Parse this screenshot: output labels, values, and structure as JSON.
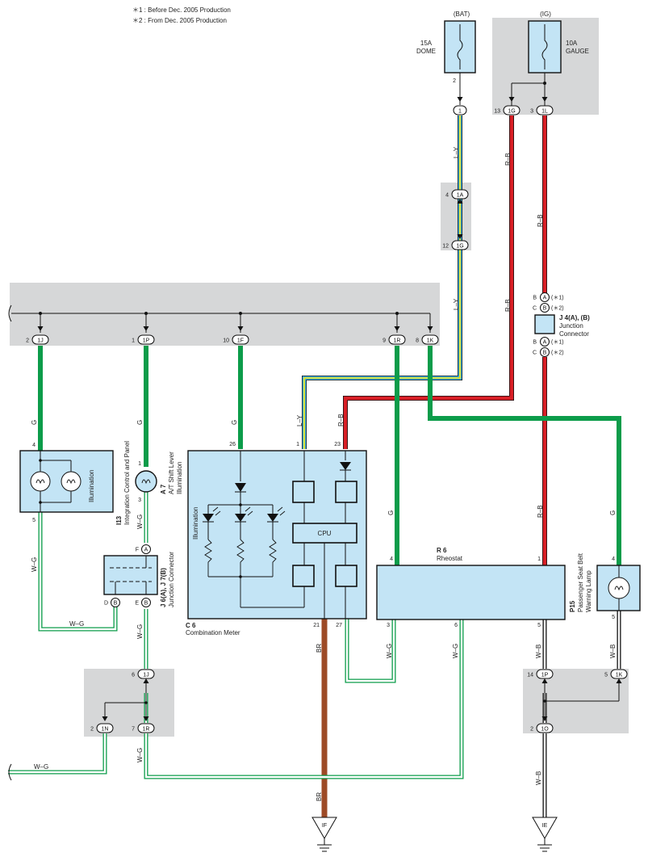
{
  "notes": {
    "n1": "＊1 : Before Dec.  2005 Production",
    "n2": "＊2 : From Dec.  2005 Production"
  },
  "fuses": {
    "dome": {
      "source": "(BAT)",
      "amp": "15A",
      "name": "DOME",
      "pin": "2"
    },
    "gauge": {
      "source": "(IG)",
      "amp": "10A",
      "name": "GAUGE"
    }
  },
  "connectors": {
    "c1": "1",
    "c1a": "1A",
    "c1g_mid": "1G",
    "c1g_top": "1G",
    "c1l": "1L",
    "c1j_top": "1J",
    "c1p_top": "1P",
    "c1f": "1F",
    "c1r_top": "1R",
    "c1k_top": "1K",
    "c1j_bot": "1J",
    "c1n": "1N",
    "c1r_bot": "1R",
    "c1p_bot": "1P",
    "c1k_bot": "1K",
    "c1o": "1O",
    "pa": "A",
    "pb": "B",
    "pj_a": "A",
    "pj_b1": "B",
    "pj_b2": "B",
    "pj_b3": "A",
    "pj_b4": "B",
    "pd_b": "B",
    "pe_b": "B",
    "pf_a": "A"
  },
  "pins": {
    "p4_1a": "4",
    "p12_1g": "12",
    "p13_1g": "13",
    "p3_1l": "3",
    "p2_1j": "2",
    "p1_1p": "1",
    "p10_1f": "10",
    "p9_1r": "9",
    "p8_1k": "8",
    "i13_4": "4",
    "i13_5": "5",
    "a7_1": "1",
    "a7_3": "3",
    "c6_26": "26",
    "c6_1": "1",
    "c6_23": "23",
    "c6_21": "21",
    "c6_27": "27",
    "r6_4": "4",
    "r6_1": "1",
    "r6_3": "3",
    "r6_6": "6",
    "p15_4": "4",
    "p15_5": "5",
    "j6_f": "F",
    "j6_d": "D",
    "j6_e": "E",
    "bot_6": "6",
    "bot_2": "2",
    "bot_7": "7",
    "bot_14": "14",
    "bot_5": "5",
    "bot_2b": "2",
    "j4_b1": "B",
    "j4_c1": "C",
    "j4_b2": "B",
    "j4_c2": "C",
    "j4_star1a": "(＊1)",
    "j4_star2a": "(＊2)",
    "j4_star1b": "(＊1)",
    "j4_star2b": "(＊2)"
  },
  "wires": {
    "ly_1": "L–Y",
    "ly_2": "L–Y",
    "ly_3": "L–Y",
    "rb_1": "R–B",
    "rb_2": "R–B",
    "rb_3": "R–B",
    "rb_4": "R–B",
    "rb_5": "R–B",
    "g_1": "G",
    "g_2": "G",
    "g_3": "G",
    "g_4": "G",
    "g_5": "G",
    "wg_1": "W–G",
    "wg_2": "W–G",
    "wg_3": "W–G",
    "wg_4": "W–G",
    "wg_5": "W–G",
    "wg_6": "W–G",
    "wg_7": "W–G",
    "wg_8": "W–G",
    "wb_1": "W–B",
    "wb_2": "W–B",
    "wb_3": "W–B",
    "br_1": "BR",
    "br_2": "BR"
  },
  "components": {
    "i13": {
      "code": "I13",
      "name": "Integration Control and Panel",
      "inner": "Illumination"
    },
    "a7": {
      "code": "A 7",
      "name": "A/T Shift Lever",
      "sub": "Illumination"
    },
    "j6": {
      "code": "J 6(A), J 7(B)",
      "name": "Junction Connector"
    },
    "c6": {
      "code": "C 6",
      "name": "Combination Meter",
      "inner": "Illumination",
      "cpu": "CPU"
    },
    "r6": {
      "code": "R 6",
      "name": "Rheostat"
    },
    "p15": {
      "code": "P15",
      "name": "Passenger Seat Belt",
      "name2": "Warning Lamp"
    },
    "j4": {
      "code": "J 4(A), (B)",
      "name": "Junction",
      "name2": "Connector"
    }
  },
  "grounds": {
    "if": "IF",
    "ie": "IE"
  },
  "colors": {
    "green": "#0c9c4a",
    "red": "#d81f26",
    "blue": "#3cb2e6",
    "yellow": "#ffe600",
    "brown": "#9d4a26",
    "component": "#c3e4f5",
    "grey_box": "#d6d7d8"
  }
}
